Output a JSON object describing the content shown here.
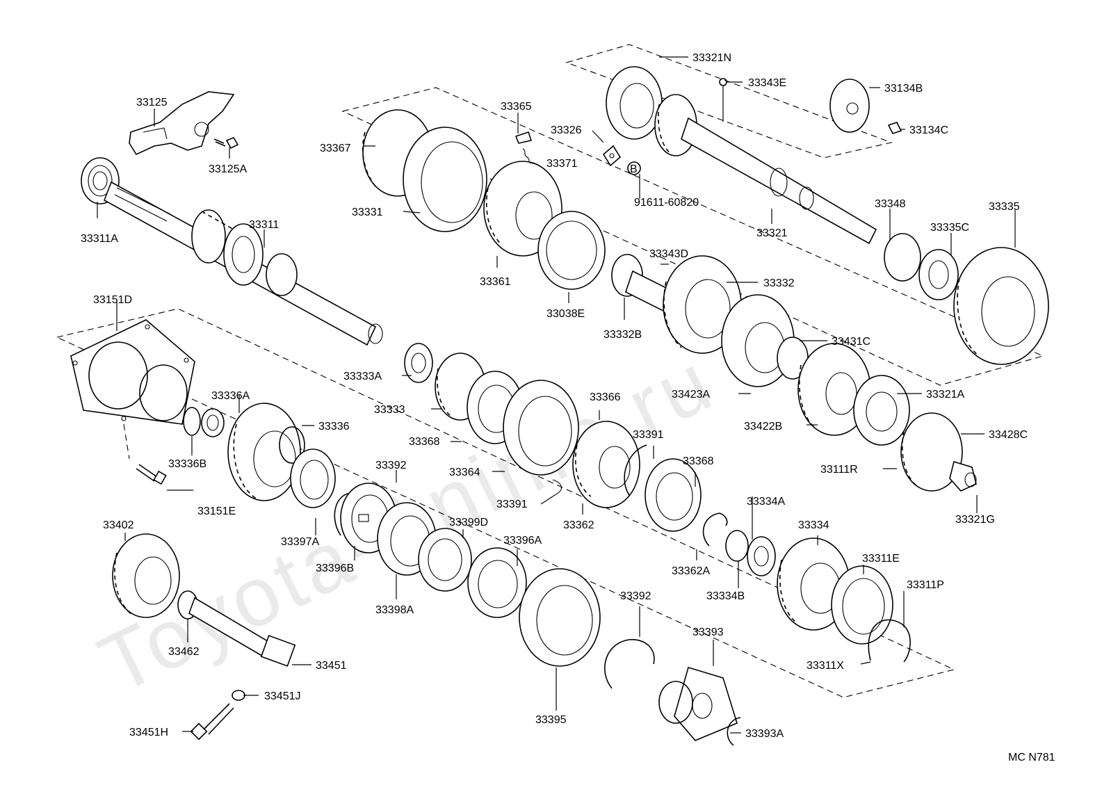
{
  "diagram": {
    "code": "MC N781",
    "watermark": "Toyota-Anime.ru",
    "circle_mark": "B",
    "labels": {
      "l33125": "33125",
      "l33125A": "33125A",
      "l33311A": "33311A",
      "l33311": "33311",
      "l33151D": "33151D",
      "l33367": "33367",
      "l33365": "33365",
      "l33326": "33326",
      "l33371": "33371",
      "l91611": "91611-60820",
      "l33331": "33331",
      "l33361": "33361",
      "l33038E": "33038E",
      "l33332B": "33332B",
      "l33343D": "33343D",
      "l33332": "33332",
      "l33321N": "33321N",
      "l33343E": "33343E",
      "l33134B": "33134B",
      "l33134C": "33134C",
      "l33321": "33321",
      "l33348": "33348",
      "l33335C": "33335C",
      "l33335": "33335",
      "l33431C": "33431C",
      "l33423A": "33423A",
      "l33321A": "33321A",
      "l33422B": "33422B",
      "l33428C": "33428C",
      "l33111R": "33111R",
      "l33321G": "33321G",
      "l33333A": "33333A",
      "l33333": "33333",
      "l33368a": "33368",
      "l33364": "33364",
      "l33366": "33366",
      "l33391a": "33391",
      "l33391b": "33391",
      "l33362": "33362",
      "l33368b": "33368",
      "l33362A": "33362A",
      "l33336A": "33336A",
      "l33336": "33336",
      "l33336B": "33336B",
      "l33151E": "33151E",
      "l33397A": "33397A",
      "l33396B": "33396B",
      "l33392a": "33392",
      "l33398A": "33398A",
      "l33399D": "33399D",
      "l33396A": "33396A",
      "l33334A": "33334A",
      "l33334": "33334",
      "l33334B": "33334B",
      "l33311E": "33311E",
      "l33311P": "33311P",
      "l33311X": "33311X",
      "l33402": "33402",
      "l33462": "33462",
      "l33451": "33451",
      "l33451J": "33451J",
      "l33451H": "33451H",
      "l33392b": "33392",
      "l33393": "33393",
      "l33395": "33395",
      "l33393A": "33393A"
    }
  }
}
